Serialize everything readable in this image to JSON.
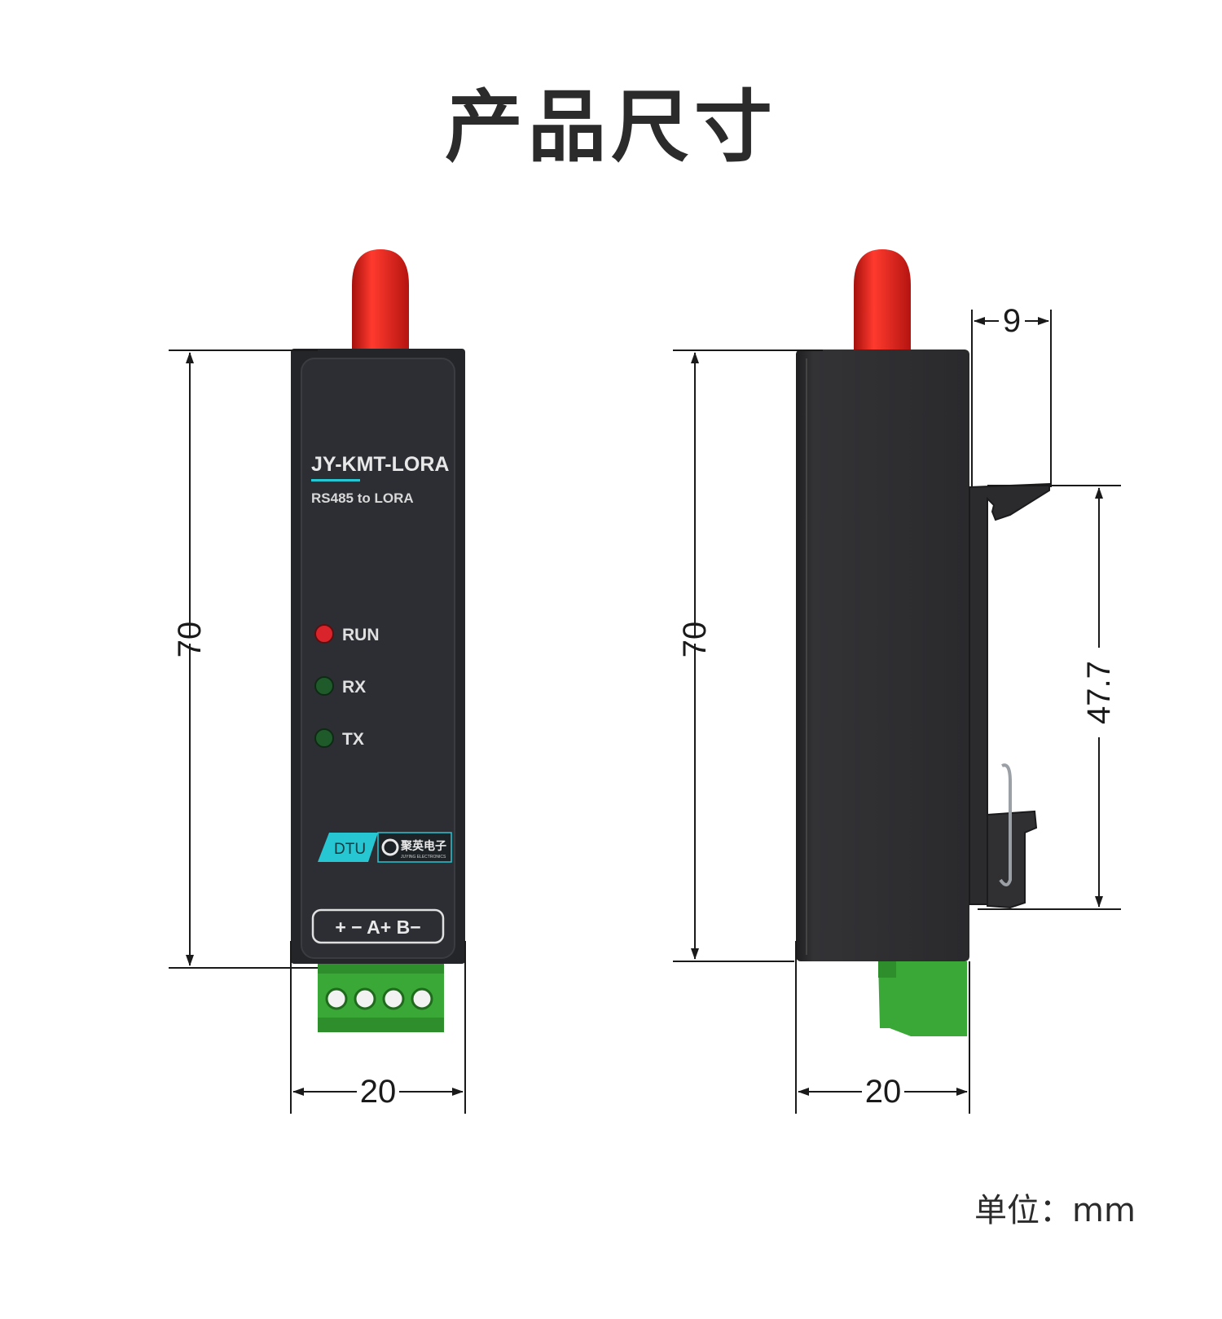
{
  "title": "产品尺寸",
  "unit_label": "单位：mm",
  "device": {
    "model": "JY-KMT-LORA",
    "subtitle": "RS485 to LORA",
    "leds": [
      {
        "label": "RUN",
        "color": "#d8242a"
      },
      {
        "label": "RX",
        "color": "#1f5a2a"
      },
      {
        "label": "TX",
        "color": "#1f5a2a"
      }
    ],
    "badge": "DTU",
    "brand": "聚英电子",
    "brand_sub": "JUYING ELECTRONICS",
    "terminal_label": "+ − A+ B−"
  },
  "dimensions": {
    "front_height": "70",
    "front_width": "20",
    "side_height": "70",
    "side_width": "20",
    "rail_height": "47.7",
    "clip_depth": "9"
  },
  "colors": {
    "antenna": "#e3201b",
    "body": "#2a2b2e",
    "terminal": "#3aa836",
    "accent": "#27c6d3"
  }
}
